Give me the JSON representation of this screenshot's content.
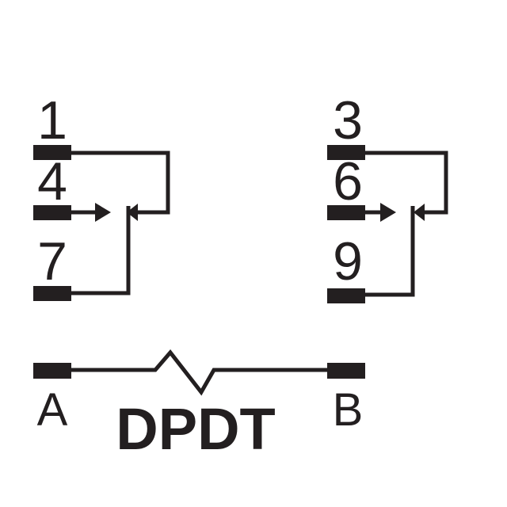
{
  "diagram": {
    "pins": {
      "p1": "1",
      "p4": "4",
      "p7": "7",
      "p3": "3",
      "p6": "6",
      "p9": "9"
    },
    "coil": {
      "a": "A",
      "b": "B"
    },
    "title": "DPDT"
  },
  "colors": {
    "ink": "#231f20",
    "background": "#ffffff"
  }
}
